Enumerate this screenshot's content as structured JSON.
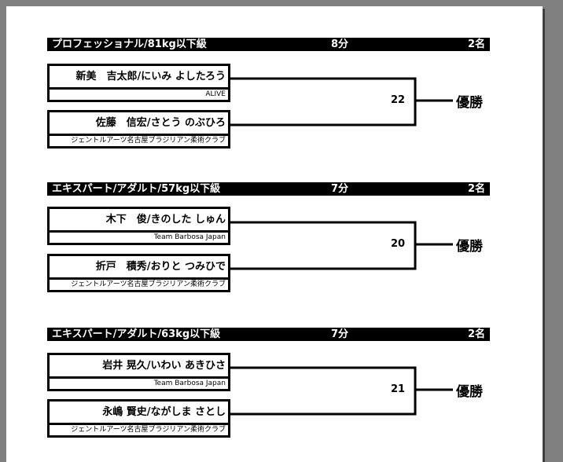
{
  "brackets": [
    {
      "category": "プロフェッショナル/81kg以下級",
      "duration": "8分",
      "count": "2名",
      "entries": [
        {
          "name": "新美　吉太郎/にいみ よしたろう",
          "team": "ALIVE"
        },
        {
          "name": "佐藤　信宏/さとう のぶひろ",
          "team": "ジェントルアーツ名古屋ブラジリアン柔術クラブ"
        }
      ],
      "match_number": "22",
      "winner_label": "優勝"
    },
    {
      "category": "エキスパート/アダルト/57kg以下級",
      "duration": "7分",
      "count": "2名",
      "entries": [
        {
          "name": "木下　俊/きのした しゅん",
          "team": "Team Barbosa Japan"
        },
        {
          "name": "折戸　積秀/おりと つみひで",
          "team": "ジェントルアーツ名古屋ブラジリアン柔術クラブ"
        }
      ],
      "match_number": "20",
      "winner_label": "優勝"
    },
    {
      "category": "エキスパート/アダルト/63kg以下級",
      "duration": "7分",
      "count": "2名",
      "entries": [
        {
          "name": "岩井 晃久/いわい あきひさ",
          "team": "Team Barbosa Japan"
        },
        {
          "name": "永嶋 賢史/ながしま さとし",
          "team": "ジェントルアーツ名古屋ブラジリアン柔術クラブ"
        }
      ],
      "match_number": "21",
      "winner_label": "優勝"
    }
  ]
}
